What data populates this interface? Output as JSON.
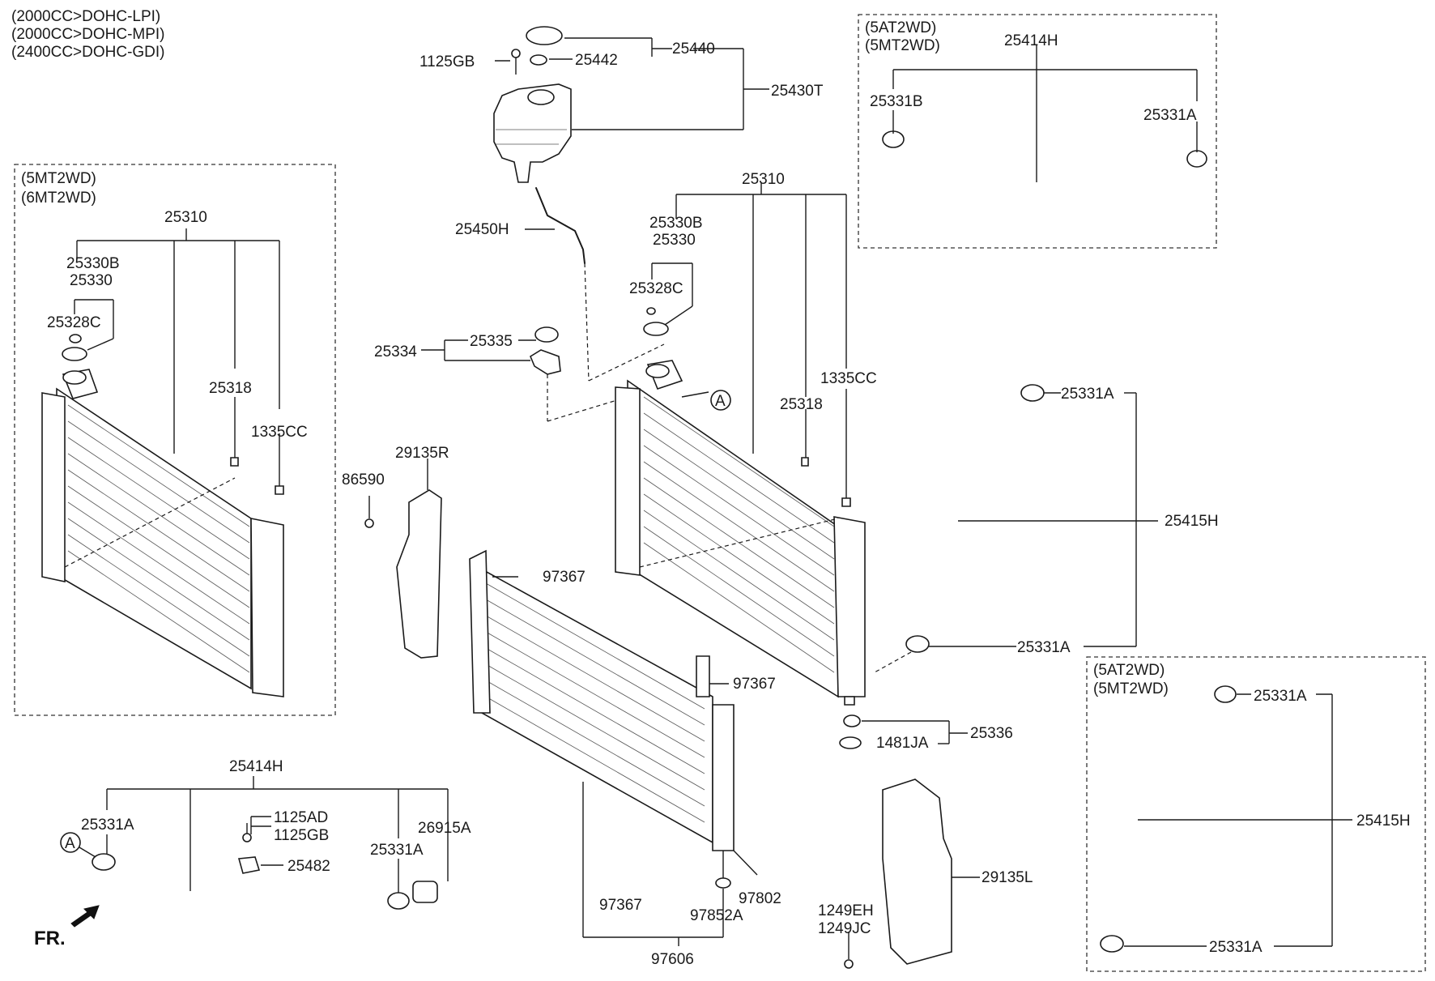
{
  "header": {
    "engine_lines": [
      "(2000CC>DOHC-LPI)",
      "(2000CC>DOHC-MPI)",
      "(2400CC>DOHC-GDI)"
    ]
  },
  "boxes": {
    "left_radiator": [
      "(5MT2WD)",
      "(6MT2WD)"
    ],
    "top_right_hose": [
      "(5AT2WD)",
      "(5MT2WD)"
    ],
    "bottom_right_hose": [
      "(5AT2WD)",
      "(5MT2WD)"
    ]
  },
  "callouts": {
    "a_marker": "A",
    "fr_label": "FR."
  },
  "labels": {
    "p25440": "25440",
    "p1125GB_top": "1125GB",
    "p25442": "25442",
    "p25430T": "25430T",
    "p25450H": "25450H",
    "p25334": "25334",
    "p25335": "25335",
    "p25310_center": "25310",
    "p25330B_center": "25330B",
    "p25330_center": "25330",
    "p25328C_center": "25328C",
    "p1335CC_center": "1335CC",
    "p25318_center": "25318",
    "p25310_left": "25310",
    "p25330B_left": "25330B",
    "p25330_left": "25330",
    "p25328C_left": "25328C",
    "p25318_left": "25318",
    "p1335CC_left": "1335CC",
    "p86590": "86590",
    "p29135R": "29135R",
    "p97367_a": "97367",
    "p97367_b": "97367",
    "p97367_c": "97367",
    "p97606": "97606",
    "p97852A": "97852A",
    "p97802": "97802",
    "p25336": "25336",
    "p1481JA": "1481JA",
    "p29135L": "29135L",
    "p1249EH": "1249EH",
    "p1249JC": "1249JC",
    "p25414H_top": "25414H",
    "p25331B_top": "25331B",
    "p25331A_top": "25331A",
    "p25331A_mid1": "25331A",
    "p25415H_mid": "25415H",
    "p25331A_mid2": "25331A",
    "p25331A_br1": "25331A",
    "p25415H_br": "25415H",
    "p25331A_br2": "25331A",
    "p25414H_bottom": "25414H",
    "p25331A_bl1": "25331A",
    "p1125AD": "1125AD",
    "p1125GB_bottom": "1125GB",
    "p25482": "25482",
    "p25331A_bl2": "25331A",
    "p26915A": "26915A"
  }
}
